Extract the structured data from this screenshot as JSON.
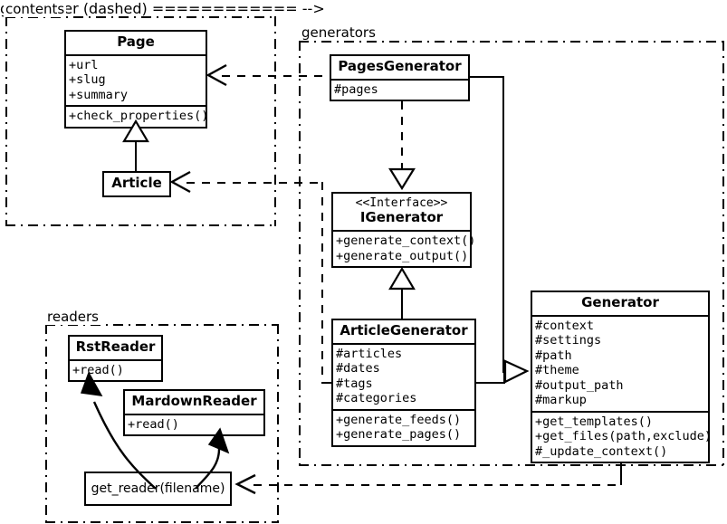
{
  "diagram": {
    "kind": "uml-class-diagram",
    "background": "#ffffff",
    "line_color": "#000000"
  },
  "packages": [
    {
      "id": "contents",
      "label": "contents"
    },
    {
      "id": "generators",
      "label": "generators"
    },
    {
      "id": "readers",
      "label": "readers"
    }
  ],
  "classes": {
    "page": {
      "name": "Page",
      "attributes": [
        "+url",
        "+slug",
        "+summary"
      ],
      "operations": [
        "+check_properties()"
      ]
    },
    "article": {
      "name": "Article",
      "attributes": [],
      "operations": []
    },
    "pages_generator": {
      "name": "PagesGenerator",
      "attributes": [
        "#pages"
      ],
      "operations": []
    },
    "igenerator": {
      "stereotype": "<<Interface>>",
      "name": "IGenerator",
      "attributes": [],
      "operations": [
        "+generate_context()",
        "+generate_output()"
      ]
    },
    "article_generator": {
      "name": "ArticleGenerator",
      "attributes": [
        "#articles",
        "#dates",
        "#tags",
        "#categories"
      ],
      "operations": [
        "+generate_feeds()",
        "+generate_pages()"
      ]
    },
    "generator": {
      "name": "Generator",
      "attributes": [
        "#context",
        "#settings",
        "#path",
        "#theme",
        "#output_path",
        "#markup"
      ],
      "operations": [
        "+get_templates()",
        "+get_files(path,exclude)",
        "#_update_context()"
      ]
    },
    "rst_reader": {
      "name": "RstReader",
      "attributes": [],
      "operations": [
        "+read()"
      ]
    },
    "mardown_reader": {
      "name": "MardownReader",
      "attributes": [],
      "operations": [
        "+read()"
      ]
    },
    "get_reader": {
      "name": "get_reader(filename)"
    }
  },
  "relationships": [
    {
      "id": "article-inherits-page",
      "type": "generalization",
      "from": "Article",
      "to": "Page",
      "style": "solid"
    },
    {
      "id": "pagesgenerator-uses-page",
      "type": "dependency",
      "from": "PagesGenerator",
      "to": "Page",
      "style": "dashed"
    },
    {
      "id": "articlegenerator-uses-article",
      "type": "dependency",
      "from": "ArticleGenerator",
      "to": "Article",
      "style": "dashed"
    },
    {
      "id": "pagesgenerator-realizes-igenerator",
      "type": "realization",
      "from": "PagesGenerator",
      "to": "IGenerator",
      "style": "dashed"
    },
    {
      "id": "articlegenerator-realizes-igenerator",
      "type": "generalization",
      "from": "ArticleGenerator",
      "to": "IGenerator",
      "style": "solid"
    },
    {
      "id": "pagesgenerator-inherits-generator",
      "type": "generalization",
      "from": "PagesGenerator",
      "to": "Generator",
      "style": "solid"
    },
    {
      "id": "articlegenerator-inherits-generator",
      "type": "generalization",
      "from": "ArticleGenerator",
      "to": "Generator",
      "style": "solid"
    },
    {
      "id": "generator-uses-getreader",
      "type": "dependency",
      "from": "Generator",
      "to": "get_reader(filename)",
      "style": "dashed"
    },
    {
      "id": "getreader-creates-rstreader",
      "type": "dependency",
      "from": "get_reader(filename)",
      "to": "RstReader",
      "style": "solid-curve"
    },
    {
      "id": "getreader-creates-mdreader",
      "type": "dependency",
      "from": "get_reader(filename)",
      "to": "MardownReader",
      "style": "solid-curve"
    }
  ]
}
